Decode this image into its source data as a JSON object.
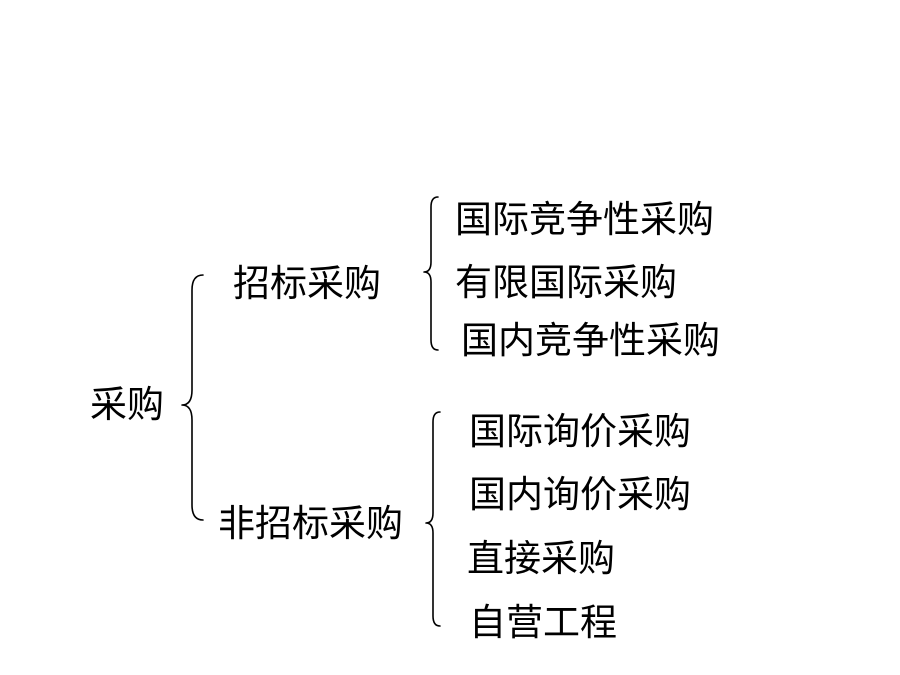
{
  "tree": {
    "root": "采购",
    "tender": {
      "label": "招标采购",
      "items": [
        "国际竞争性采购",
        "有限国际采购",
        "国内竞争性采购"
      ]
    },
    "non_tender": {
      "label": "非招标采购",
      "items": [
        "国际询价采购",
        "国内询价采购",
        "直接采购",
        "自营工程"
      ]
    }
  }
}
